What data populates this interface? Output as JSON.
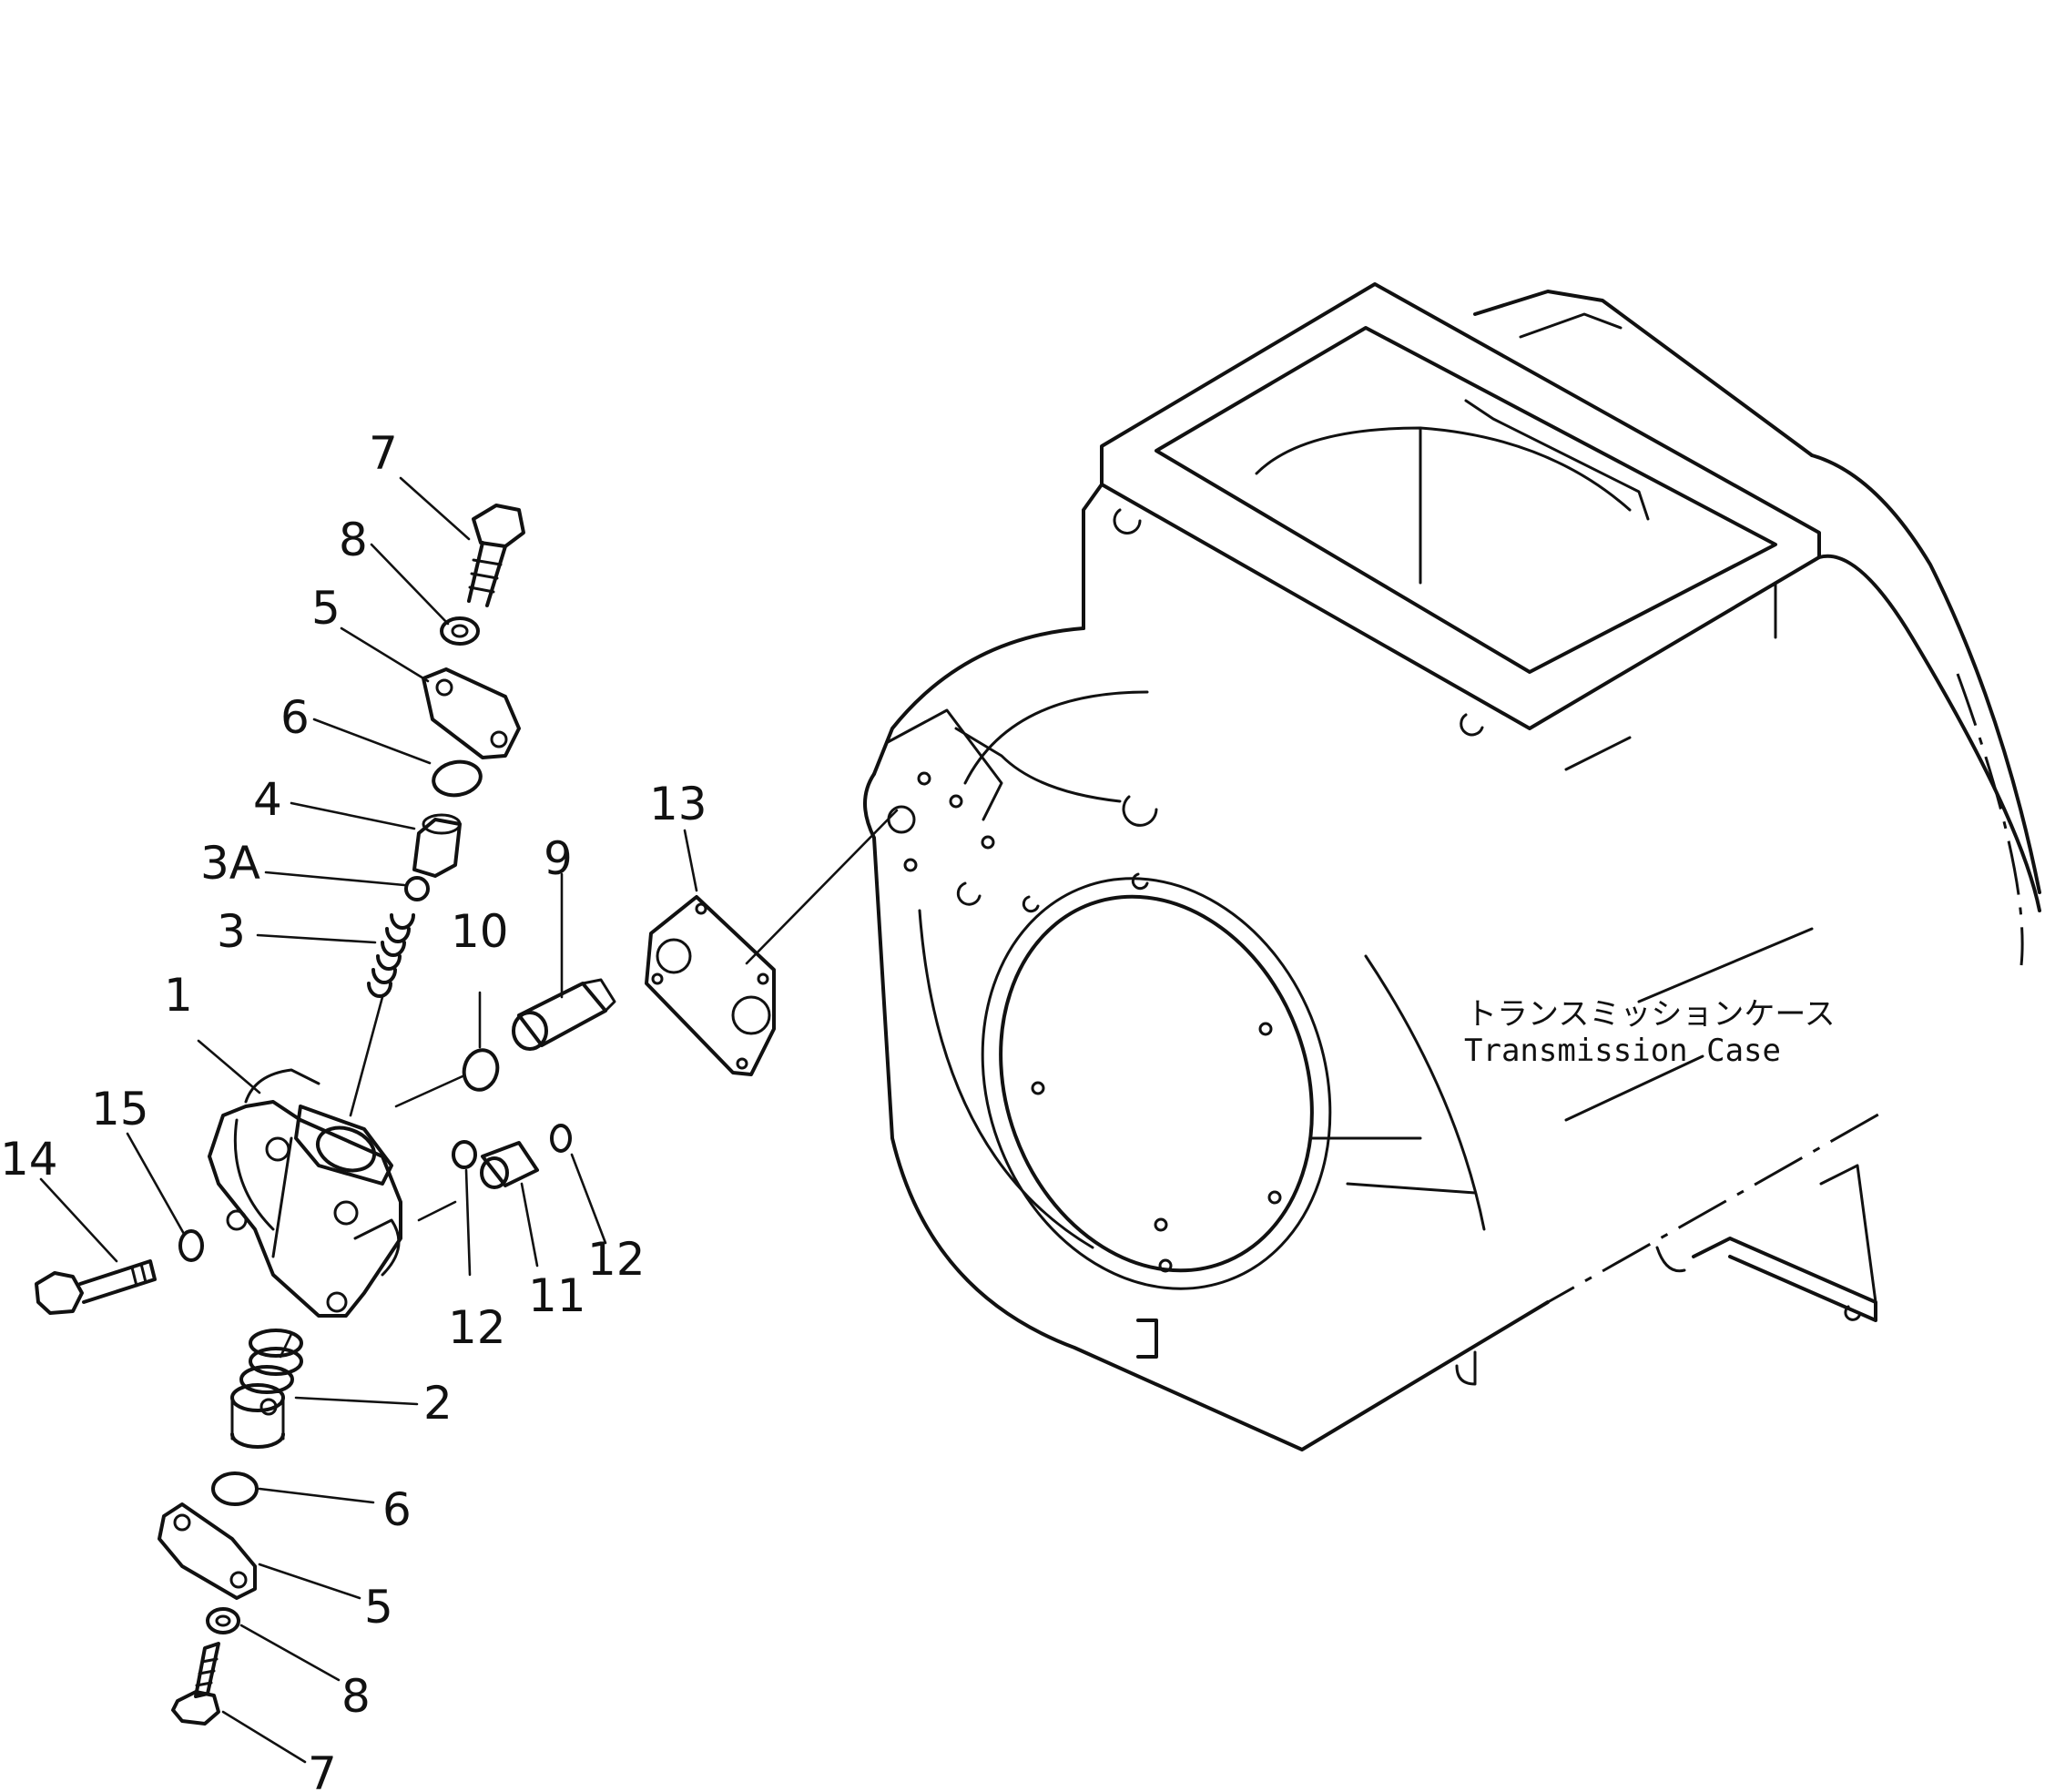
{
  "diagram": {
    "case_label_jp": "トランスミッションケース",
    "case_label_en": "Transmission Case",
    "callouts": {
      "c7_top": "7",
      "c8_top": "8",
      "c5_top": "5",
      "c6_top": "6",
      "c4": "4",
      "c3A": "3A",
      "c3": "3",
      "c10": "10",
      "c9": "9",
      "c13": "13",
      "c1": "1",
      "c15": "15",
      "c14": "14",
      "c12_right": "12",
      "c11": "11",
      "c12_left": "12",
      "c2": "2",
      "c6_bottom": "6",
      "c5_bottom": "5",
      "c8_bottom": "8",
      "c7_bottom": "7"
    }
  }
}
